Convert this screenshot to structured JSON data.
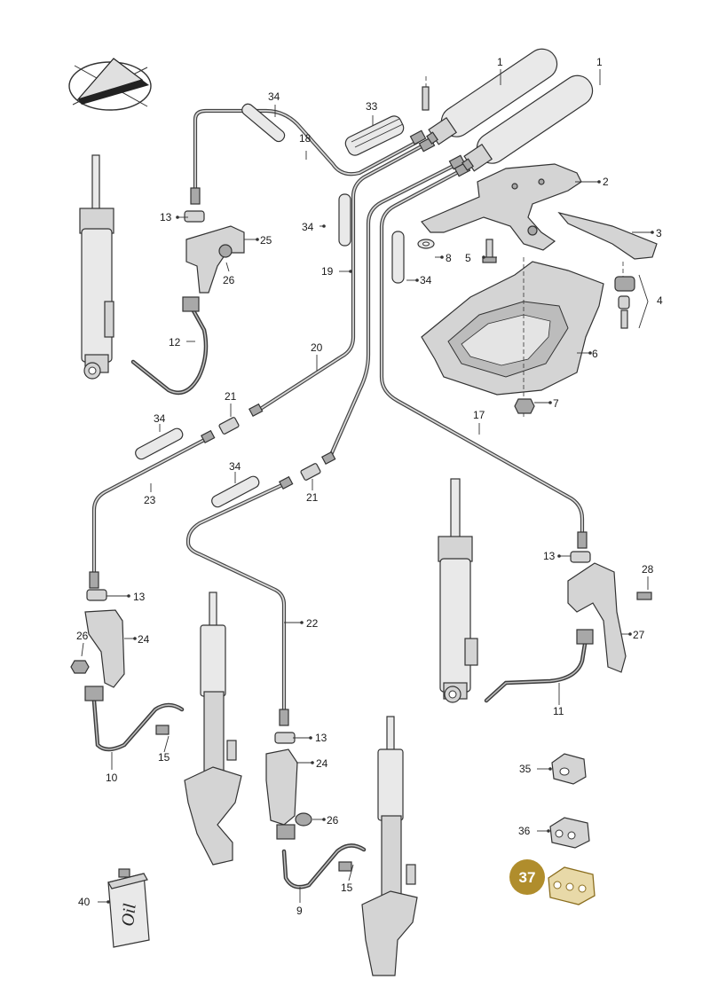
{
  "callouts": [
    {
      "id": "c1a",
      "text": "1"
    },
    {
      "id": "c1b",
      "text": "1"
    },
    {
      "id": "c2",
      "text": "2"
    },
    {
      "id": "c3",
      "text": "3"
    },
    {
      "id": "c4",
      "text": "4"
    },
    {
      "id": "c5",
      "text": "5"
    },
    {
      "id": "c6",
      "text": "6"
    },
    {
      "id": "c7",
      "text": "7"
    },
    {
      "id": "c8",
      "text": "8"
    },
    {
      "id": "c9",
      "text": "9"
    },
    {
      "id": "c10",
      "text": "10"
    },
    {
      "id": "c11",
      "text": "11"
    },
    {
      "id": "c12",
      "text": "12"
    },
    {
      "id": "c13a",
      "text": "13"
    },
    {
      "id": "c13b",
      "text": "13"
    },
    {
      "id": "c13c",
      "text": "13"
    },
    {
      "id": "c13d",
      "text": "13"
    },
    {
      "id": "c15a",
      "text": "15"
    },
    {
      "id": "c15b",
      "text": "15"
    },
    {
      "id": "c17",
      "text": "17"
    },
    {
      "id": "c18",
      "text": "18"
    },
    {
      "id": "c19",
      "text": "19"
    },
    {
      "id": "c20",
      "text": "20"
    },
    {
      "id": "c21a",
      "text": "21"
    },
    {
      "id": "c21b",
      "text": "21"
    },
    {
      "id": "c22",
      "text": "22"
    },
    {
      "id": "c23",
      "text": "23"
    },
    {
      "id": "c24a",
      "text": "24"
    },
    {
      "id": "c24b",
      "text": "24"
    },
    {
      "id": "c25",
      "text": "25"
    },
    {
      "id": "c26a",
      "text": "26"
    },
    {
      "id": "c26b",
      "text": "26"
    },
    {
      "id": "c26c",
      "text": "26"
    },
    {
      "id": "c27",
      "text": "27"
    },
    {
      "id": "c28",
      "text": "28"
    },
    {
      "id": "c33",
      "text": "33"
    },
    {
      "id": "c34a",
      "text": "34"
    },
    {
      "id": "c34b",
      "text": "34"
    },
    {
      "id": "c34c",
      "text": "34"
    },
    {
      "id": "c34d",
      "text": "34"
    },
    {
      "id": "c34e",
      "text": "34"
    },
    {
      "id": "c35",
      "text": "35"
    },
    {
      "id": "c36",
      "text": "36"
    },
    {
      "id": "c40",
      "text": "40"
    }
  ],
  "highlight": {
    "text": "37",
    "color": "#b08d2c"
  },
  "oil_can": {
    "text": "Oil"
  },
  "colors": {
    "badge": "#b08d2c",
    "line": "#333333",
    "part": "#d4d4d4"
  }
}
